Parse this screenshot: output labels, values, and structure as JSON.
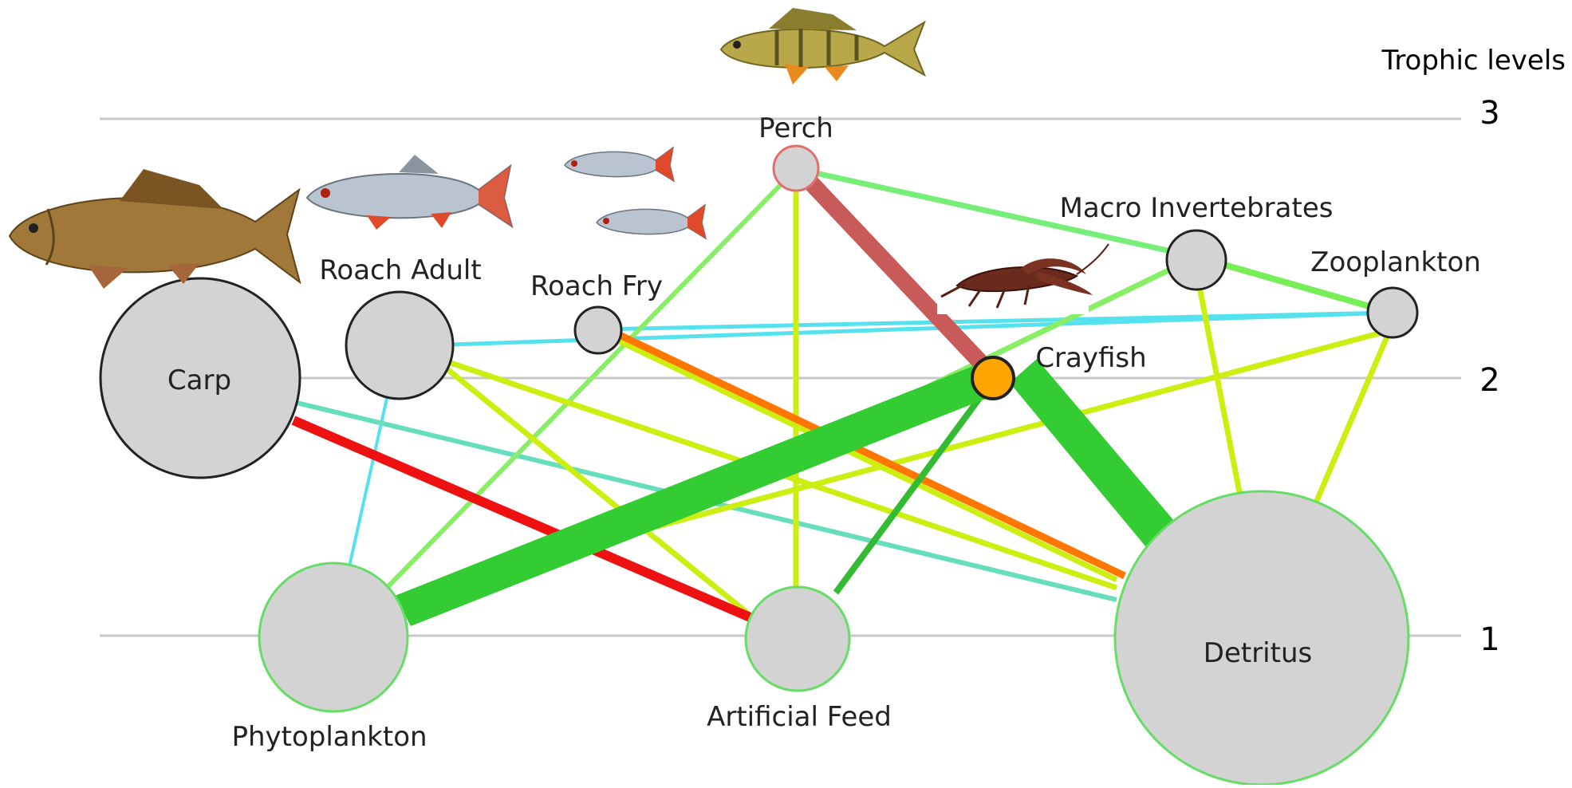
{
  "axis_title": "Trophic levels",
  "levels": [
    "3",
    "2",
    "1"
  ],
  "nodes": {
    "perch": "Perch",
    "macro": "Macro Invertebrates",
    "zoo": "Zooplankton",
    "roach_adult": "Roach Adult",
    "roach_fry": "Roach Fry",
    "crayfish": "Crayfish",
    "carp": "Carp",
    "phyto": "Phytoplankton",
    "feed": "Artificial Feed",
    "detritus": "Detritus"
  },
  "colors": {
    "node_fill": "#d3d3d3",
    "crayfish_fill": "#ffa500",
    "flow_strong": "#33cc33",
    "flow_light_green": "#88ee66",
    "flow_yellow_green": "#ccee11",
    "flow_cyan": "#44ddee",
    "flow_orange": "#ff7700",
    "flow_red": "#ee1111",
    "flow_rose": "#c85a5a"
  },
  "icons": [
    "perch-fish-icon",
    "carp-fish-icon",
    "roach-fish-icon",
    "crayfish-icon"
  ]
}
